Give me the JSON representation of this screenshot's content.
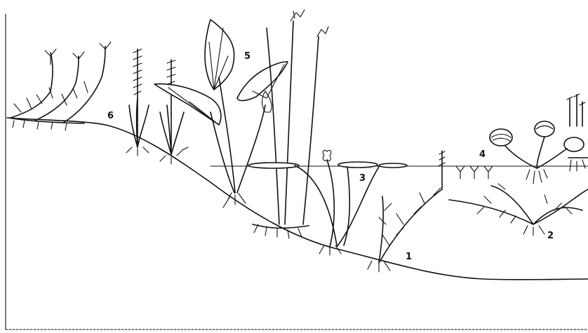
{
  "labels": [
    {
      "id": "zone-1",
      "text": "1"
    },
    {
      "id": "zone-2",
      "text": "2"
    },
    {
      "id": "zone-3",
      "text": "3"
    },
    {
      "id": "zone-4",
      "text": "4"
    },
    {
      "id": "zone-5",
      "text": "5"
    },
    {
      "id": "zone-6",
      "text": "6"
    }
  ]
}
